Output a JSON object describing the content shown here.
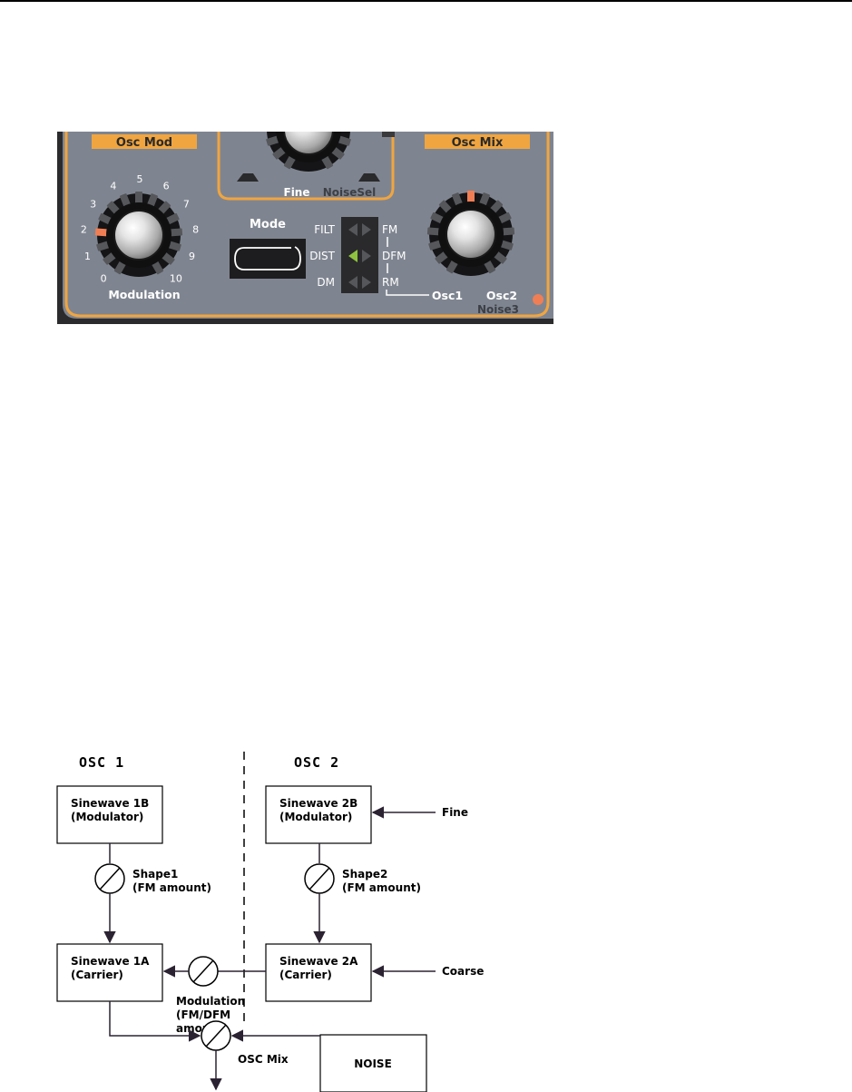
{
  "panel": {
    "osc_mod": {
      "header": "Osc Mod",
      "knob_label": "Modulation",
      "scale": [
        "0",
        "1",
        "2",
        "3",
        "4",
        "5",
        "6",
        "7",
        "8",
        "9",
        "10"
      ]
    },
    "fine": {
      "label": "Fine",
      "sublabel": "NoiseSel"
    },
    "mode": {
      "label": "Mode",
      "left_options": [
        "FILT",
        "DIST",
        "DM"
      ],
      "right_options": [
        "FM",
        "DFM",
        "RM"
      ],
      "active": "DIST"
    },
    "osc_mix": {
      "header": "Osc Mix",
      "left_label": "Osc1",
      "right_label": "Osc2",
      "sub_label": "Noise3"
    },
    "colors": {
      "panel_bg": "#7f8590",
      "orange": "#f0a540",
      "led_on": "#f07e55",
      "led_off": "#55575b",
      "green_led": "#8fc23f"
    }
  },
  "diagram": {
    "osc1_heading": "OSC 1",
    "osc2_heading": "OSC 2",
    "sinewave_1b": {
      "line1": "Sinewave 1B",
      "line2": "(Modulator)"
    },
    "sinewave_2b": {
      "line1": "Sinewave 2B",
      "line2": "(Modulator)"
    },
    "sinewave_1a": {
      "line1": "Sinewave 1A",
      "line2": "(Carrier)"
    },
    "sinewave_2a": {
      "line1": "Sinewave 2A",
      "line2": "(Carrier)"
    },
    "noise": "NOISE",
    "fine": "Fine",
    "coarse": "Coarse",
    "shape1": {
      "line1": "Shape1",
      "line2": "(FM amount)"
    },
    "shape2": {
      "line1": "Shape2",
      "line2": "(FM amount)"
    },
    "modulation": {
      "line1": "Modulation",
      "line2": "(FM/DFM",
      "line3": "amount)"
    },
    "osc_mix": "OSC Mix"
  }
}
